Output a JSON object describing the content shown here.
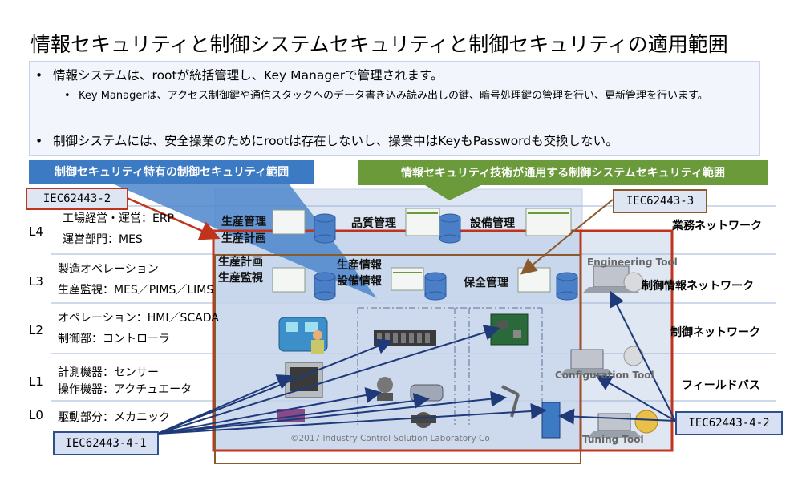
{
  "title": "情報セキュリティと制御システムセキュリティと制御セキュリティの適用範囲",
  "bullets": {
    "b1": "情報システムは、rootが統括管理し、Key Managerで管理されます。",
    "b2": "Key Managerは、アクセス制御鍵や通信スタックへのデータ書き込み読み出しの鍵、暗号処理鍵の管理を行い、更新管理を行います。",
    "b3": "制御システムには、安全操業のためにrootは存在しないし、操業中はKeyもPasswordも交換しない。",
    "marker": "•"
  },
  "banners": {
    "control_security": "制御セキュリティ特有の制御セキュリティ範囲",
    "info_security": "情報セキュリティ技術が通用する制御システムセキュリティ範囲"
  },
  "tags": {
    "iec_2": "IEC62443-2",
    "iec_3": "IEC62443-3",
    "iec_4_1": "IEC62443-4-1",
    "iec_4_2": "IEC62443-4-2"
  },
  "levels": {
    "l4": "L4",
    "l3": "L3",
    "l2": "L2",
    "l1": "L1",
    "l0": "L0"
  },
  "level_labels": {
    "l4_a": "工場経営・運営：ERP",
    "l4_b": "運営部門：MES",
    "l3_a": "製造オペレーション",
    "l3_b": "生産監視：MES／PIMS／LIMS",
    "l2_a": "オペレーション：HMI／SCADA",
    "l2_b": "制御部：コントローラ",
    "l1_a": "計測機器：センサー",
    "l1_b": "操作機器：アクチュエータ",
    "l0_a": "駆動部分：メカニック"
  },
  "networks": {
    "business": "業務ネットワーク",
    "control_info": "制御情報ネットワーク",
    "control": "制御ネットワーク",
    "fieldbus": "フィールドバス"
  },
  "systems": {
    "production_mgmt": "生産管理",
    "production_plan_top": "生産計画",
    "quality_mgmt": "品質管理",
    "equipment_mgmt": "設備管理",
    "production_plan": "生産計画",
    "production_monitor": "生産監視",
    "production_info": "生産情報",
    "equipment_info": "設備情報",
    "maintenance_mgmt": "保全管理"
  },
  "tools": {
    "engineering": "Engineering Tool",
    "configuration": "Configuration Tool",
    "tuning": "Tuning Tool"
  },
  "copyright": "©2017 Industry Control Solution Laboratory Co",
  "colors": {
    "red_frame": "#c0341d",
    "blue_banner": "#3c7ac4",
    "green_banner": "#6b9a3a",
    "navy_arrow": "#1f3a78"
  }
}
